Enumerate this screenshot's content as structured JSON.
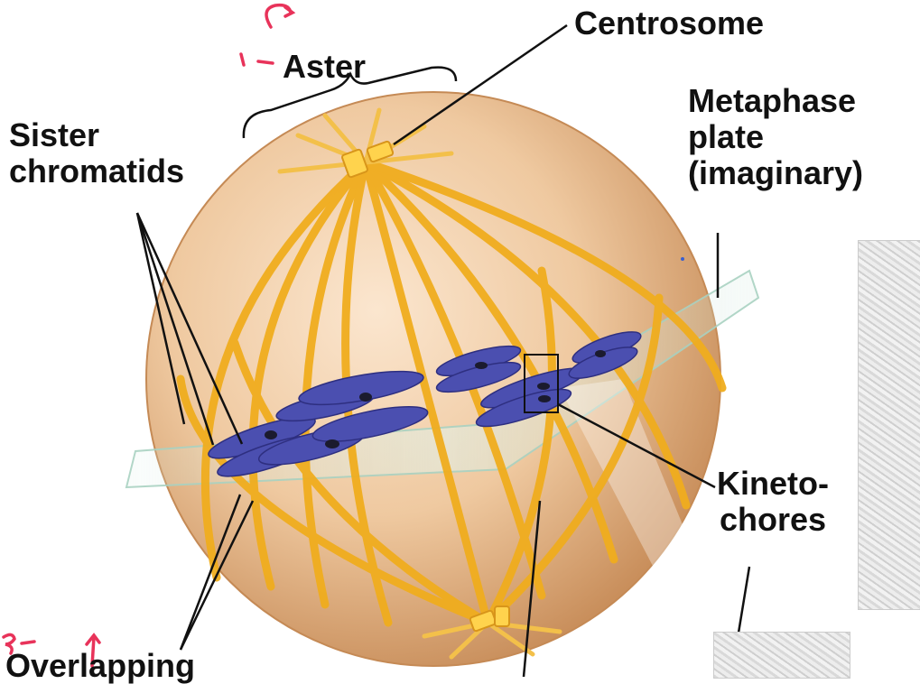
{
  "labels": {
    "centrosome": "Centrosome",
    "aster": "Aster",
    "sister_chromatids": [
      "Sister",
      "chromatids"
    ],
    "metaphase_plate": [
      "Metaphase",
      "plate",
      "(imaginary)"
    ],
    "kinetochores": [
      "Kineto-",
      "chores"
    ],
    "overlapping": "Overlapping"
  },
  "annotations": {
    "pen_color": "#e8335a",
    "marks": [
      "1-",
      "3-"
    ]
  },
  "colors": {
    "cell": "#e6b07e",
    "cell_edge": "#c98f5c",
    "spindle": "#f0b020",
    "chromosome": "#4b4fb0",
    "plate": "#bfe0d0"
  }
}
